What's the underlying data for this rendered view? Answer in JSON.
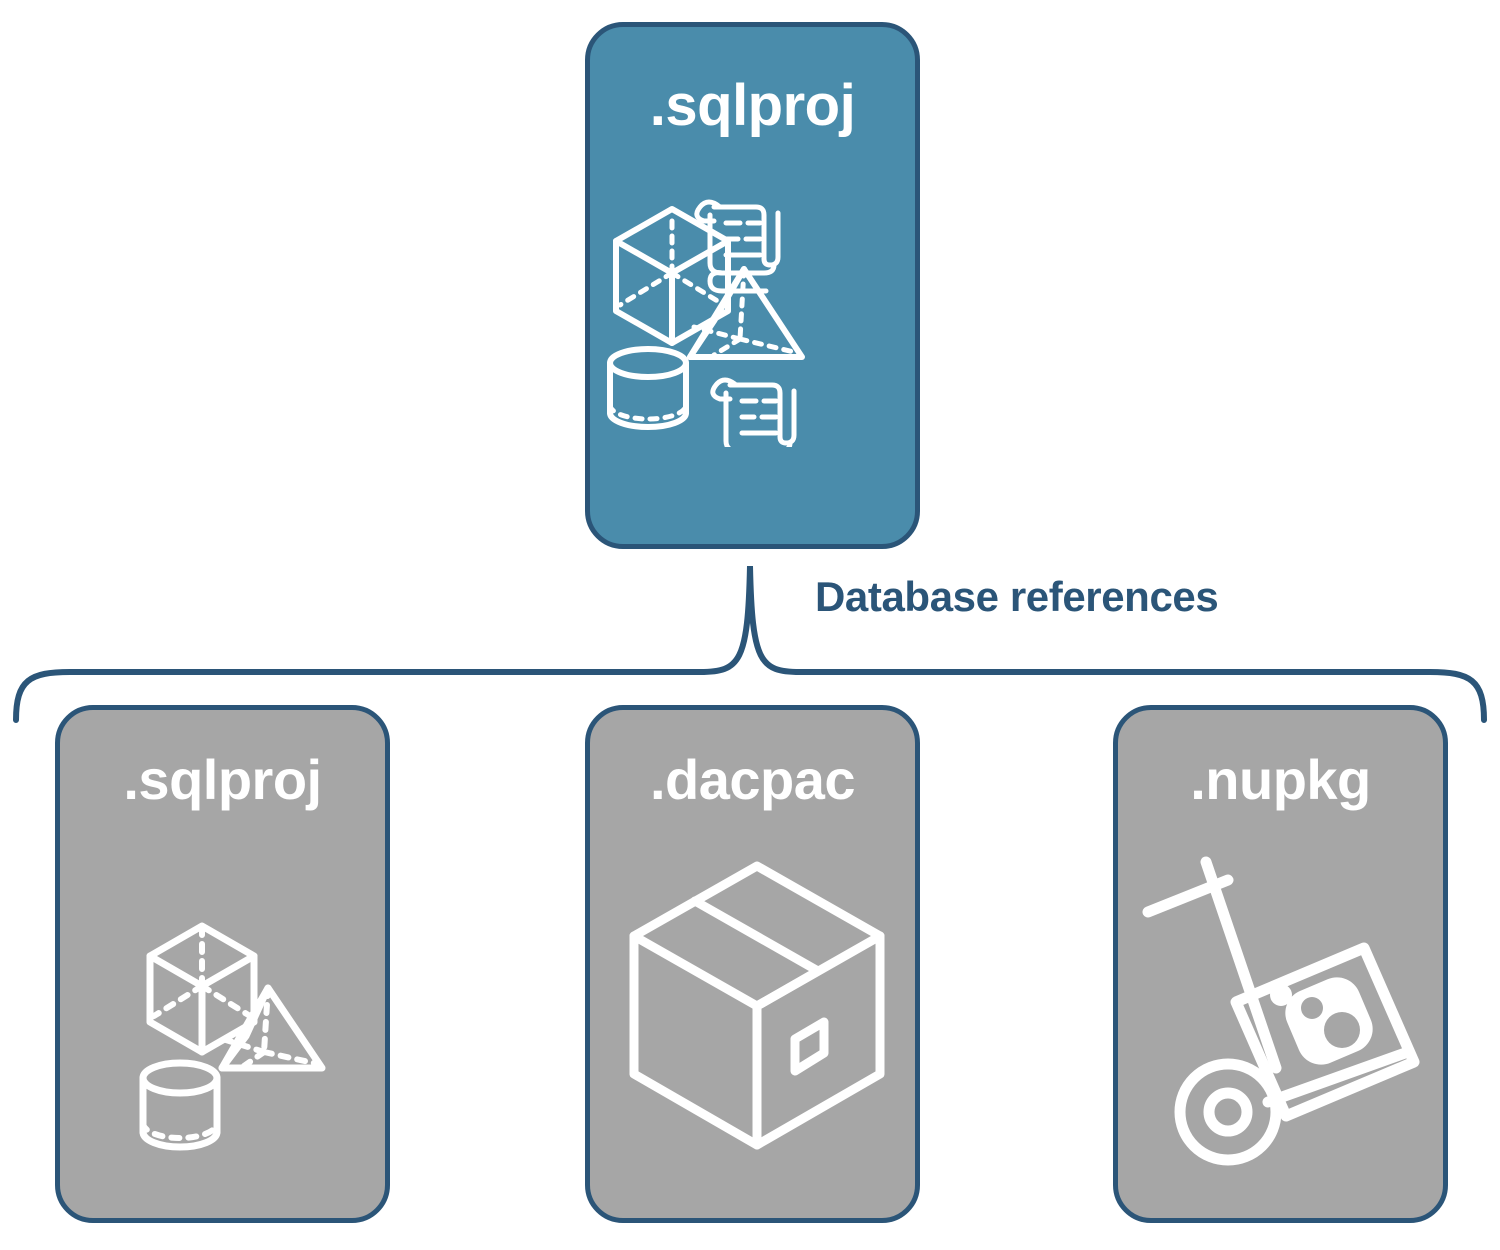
{
  "diagram": {
    "title_text": "Database references",
    "colors": {
      "accent_teal": "#4a8cab",
      "border_navy": "#2b5578",
      "card_gray": "#a6a6a6",
      "icon_white": "#ffffff",
      "background": "#ffffff"
    }
  },
  "root": {
    "label": ".sqlproj",
    "icons": [
      "cube-wireframe-icon",
      "pyramid-wireframe-icon",
      "cylinder-wireframe-icon",
      "script-scroll-icon",
      "script-scroll-icon"
    ]
  },
  "connector": {
    "label": "Database references",
    "style": "curly-bracket"
  },
  "references": [
    {
      "label": ".sqlproj",
      "icons": [
        "cube-wireframe-icon",
        "pyramid-wireframe-icon",
        "cylinder-wireframe-icon"
      ]
    },
    {
      "label": ".dacpac",
      "icons": [
        "shipping-box-icon"
      ]
    },
    {
      "label": ".nupkg",
      "icons": [
        "hand-truck-package-icon"
      ]
    }
  ]
}
